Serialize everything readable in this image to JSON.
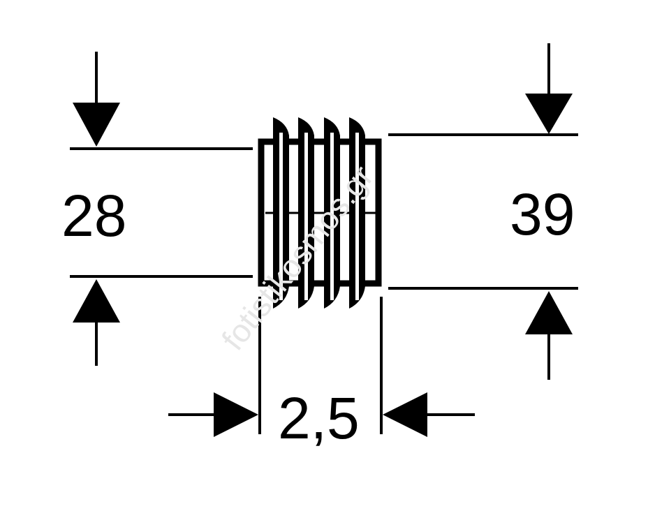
{
  "diagram": {
    "left_diameter": "28",
    "right_diameter": "39",
    "length": "2,5",
    "watermark": "fotistikosmos.gr"
  },
  "colors": {
    "line": "#000000",
    "background": "#ffffff",
    "watermark": "#e6e6e6"
  }
}
